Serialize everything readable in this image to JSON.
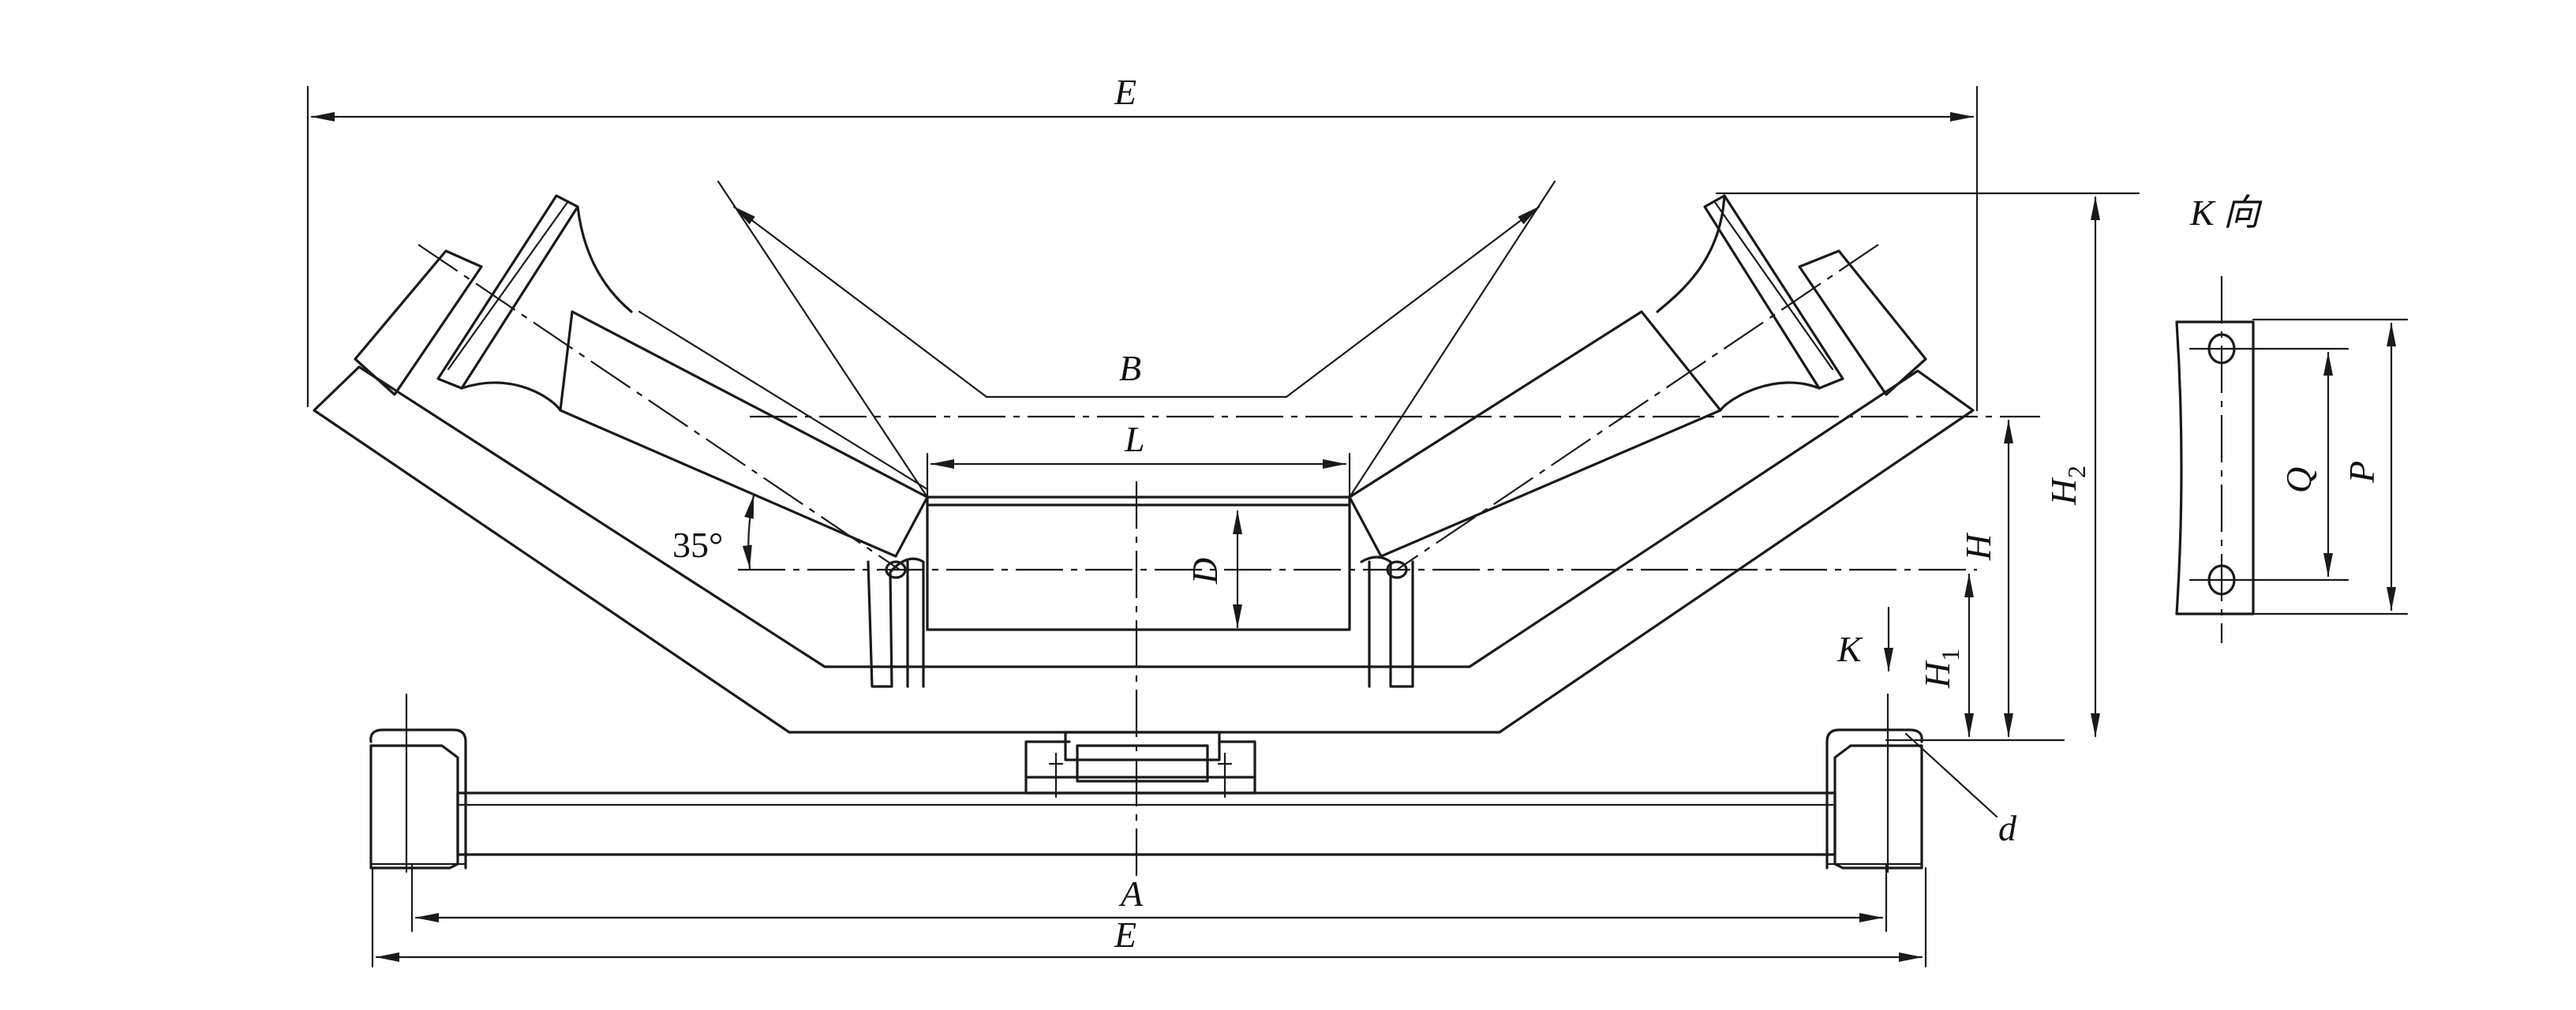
{
  "labels": {
    "E_top": "E",
    "B": "B",
    "L": "L",
    "D": "D",
    "angle": "35°",
    "H": "H",
    "H1": "H",
    "H1_sub": "1",
    "H2": "H",
    "H2_sub": "2",
    "K_arrow": "K",
    "d": "d",
    "A": "A",
    "E_bottom": "E",
    "K_view": "K 向",
    "Q": "Q",
    "P": "P"
  },
  "colors": {
    "line": "#1a1a1a",
    "background": "#ffffff"
  }
}
